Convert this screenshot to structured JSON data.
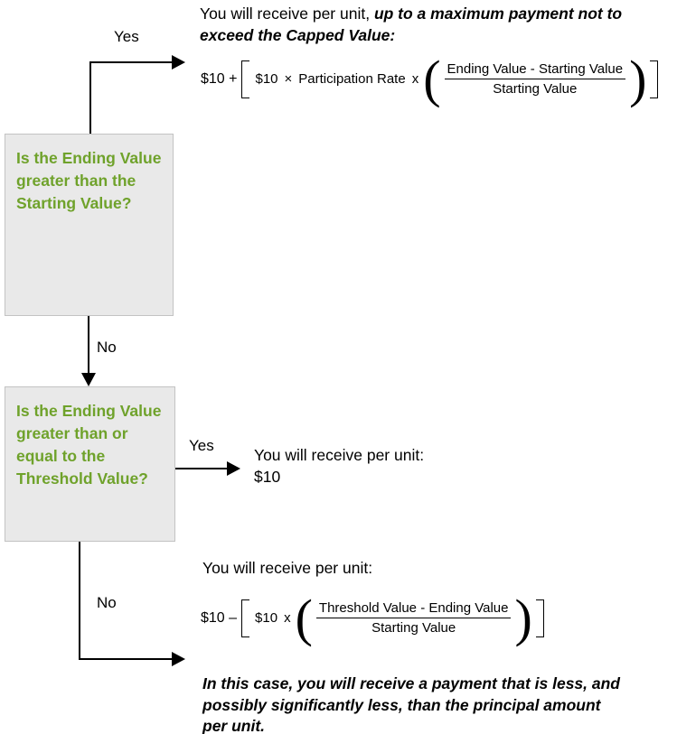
{
  "diagram": {
    "title": "Payment determination flowchart",
    "accent_green": "#6fa22b",
    "box_fill": "#e9e9e9",
    "box_border": "#c3c3c3",
    "line_color": "#000000"
  },
  "boxes": [
    {
      "id": "ending-vs-starting",
      "text": "Is the Ending Value greater than the Starting Value?"
    },
    {
      "id": "ending-vs-threshold",
      "text": "Is the Ending Value greater than or equal to the Threshold Value?"
    }
  ],
  "edges": {
    "yes_top": "Yes",
    "no_middle": "No",
    "yes_middle": "Yes",
    "no_bottom": "No"
  },
  "outcomes": {
    "capped": {
      "lead_plain": "You will receive per unit, ",
      "lead_emphasis": "up to a maximum payment not to exceed the Capped Value:",
      "formula": {
        "lead": "$10 +",
        "inner_first": "$10",
        "inner_times": "×",
        "inner_second": "Participation Rate",
        "inner_x": "x",
        "numerator": "Ending Value  -  Starting Value",
        "denominator": "Starting Value"
      }
    },
    "principal": {
      "lead": "You will receive per unit:",
      "amount": "$10"
    },
    "loss": {
      "lead": "You will receive per unit:",
      "formula": {
        "lead": "$10 –",
        "inner_first": "$10",
        "inner_x": "x",
        "numerator": "Threshold Value  - Ending Value",
        "denominator": "Starting Value"
      },
      "note": "In this case, you will receive a payment that is less, and possibly significantly less, than the principal amount per unit."
    }
  }
}
